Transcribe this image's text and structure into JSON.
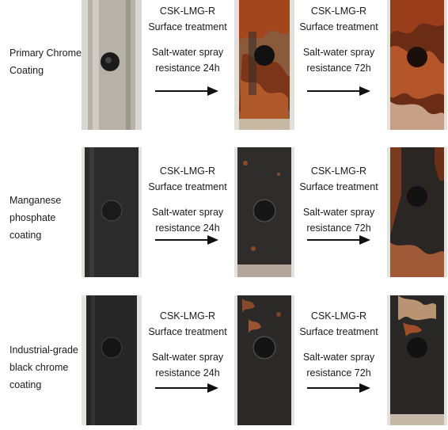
{
  "rows": [
    {
      "coating": [
        "Primary Chrome",
        "Coating"
      ],
      "steps": [
        {
          "t1": "CSK-LMG-R",
          "t2": "Surface treatment",
          "t3": "Salt-water spray",
          "t4": "resistance 24h"
        },
        {
          "t1": "CSK-LMG-R",
          "t2": "Surface treatment",
          "t3": "Salt-water spray",
          "t4": "resistance 72h"
        }
      ]
    },
    {
      "coating": [
        "Manganese",
        "phosphate",
        "coating"
      ],
      "steps": [
        {
          "t1": "CSK-LMG-R",
          "t2": "Surface treatment",
          "t3": "Salt-water spray",
          "t4": "resistance 24h"
        },
        {
          "t1": "CSK-LMG-R",
          "t2": "Surface treatment",
          "t3": "Salt-water spray",
          "t4": "resistance 72h"
        }
      ]
    },
    {
      "coating": [
        "Industrial-grade",
        "black chrome",
        "coating"
      ],
      "steps": [
        {
          "t1": "CSK-LMG-R",
          "t2": "Surface treatment",
          "t3": "Salt-water spray",
          "t4": "resistance 24h"
        },
        {
          "t1": "CSK-LMG-R",
          "t2": "Surface treatment",
          "t3": "Salt-water spray",
          "t4": "resistance 72h"
        }
      ]
    }
  ],
  "colors": {
    "chrome": "#b9b4aa",
    "dark": "#2a2a2a",
    "rust": "#a4461d",
    "arrow": "#111111"
  }
}
